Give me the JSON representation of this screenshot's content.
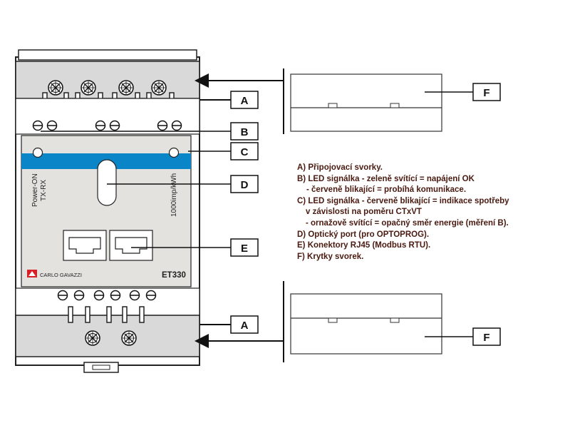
{
  "device": {
    "model": "ET330",
    "brand": "CARLO GAVAZZI",
    "led_label_1": "Power-ON",
    "led_label_2": "TX-RX",
    "pulse_label": "1000imp/kWh"
  },
  "callouts": {
    "A": "A",
    "B": "B",
    "C": "C",
    "D": "D",
    "E": "E",
    "F": "F"
  },
  "legend": [
    "A) Připojovací svorky.",
    "B) LED signálka - zeleně svítící = napájení OK",
    "- červeně blikající = probíhá komunikace.",
    "C) LED signálka - červeně blikající = indikace spotřeby",
    "v závislosti na poměru CTxVT",
    "-  ornažově svítící = opačný směr energie (měření B).",
    "D) Optický port (pro OPTOPROG).",
    "E) Konektory RJ45 (Modbus RTU).",
    "F) Krytky svorek."
  ],
  "colors": {
    "face": "#e4e2df",
    "terminal_block": "#d9d9d9",
    "blue_band": "#0a86c8",
    "logo_red": "#d61f26",
    "legend_text": "#4a1a10"
  }
}
